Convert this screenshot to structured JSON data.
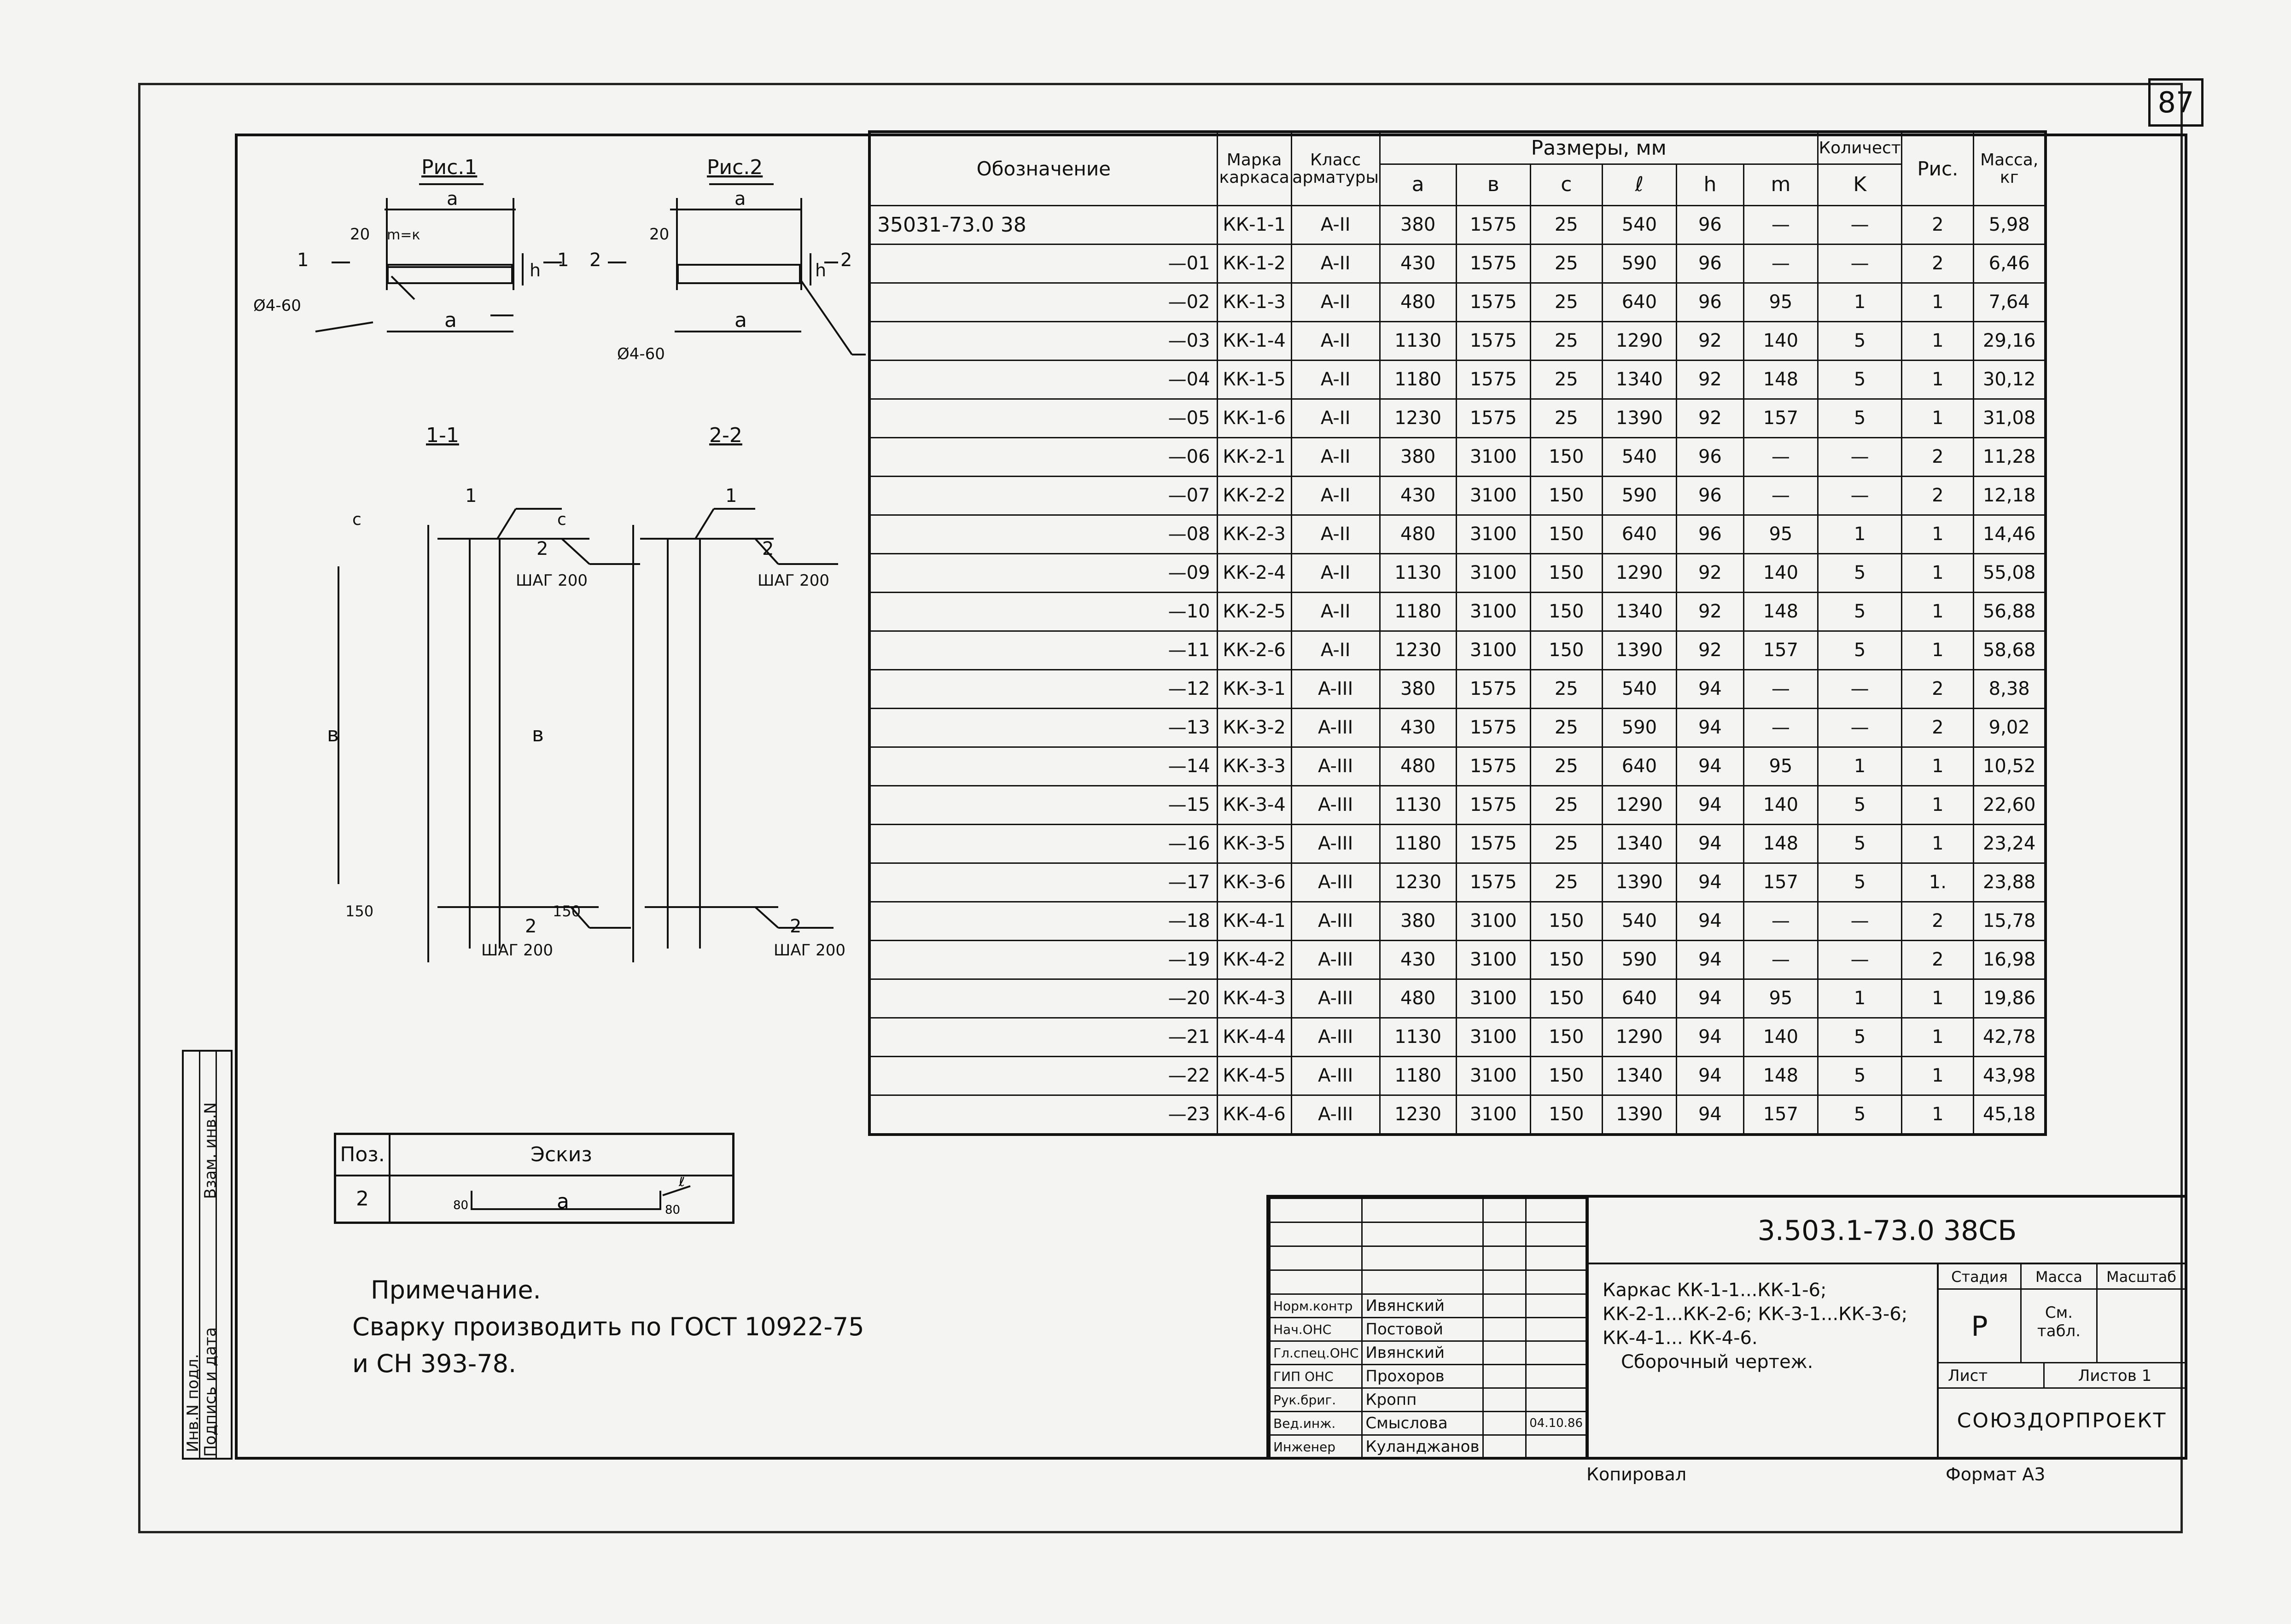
{
  "sheet_number": "87",
  "fig1_title": "Рис.1",
  "fig2_title": "Рис.2",
  "section1_title": "1-1",
  "section2_title": "2-2",
  "dim_a": "a",
  "dim_b": "в",
  "dim_c": "c",
  "dim_h": "h",
  "dim_20": "20",
  "dim_m": "m=к",
  "dim_150": "150",
  "callout_1": "1",
  "callout_2": "2",
  "rebar_label": "Ø4-60",
  "step_label": "ШАГ 200",
  "cut_label_1": "1",
  "cut_label_2": "2",
  "table": {
    "head_designation": "Обозначение",
    "head_mark": "Марка каркаса",
    "head_class": "Класс арматуры",
    "head_sizes": "Размеры, мм",
    "head_qty": "Количест",
    "head_fig": "Рис.",
    "head_mass": "Масса, кг",
    "sub_a": "a",
    "sub_b": "в",
    "sub_c": "c",
    "sub_l": "ℓ",
    "sub_h": "h",
    "sub_m": "m",
    "sub_k": "K",
    "rows": [
      {
        "des": "35031-73.0 38",
        "mark": "КК-1-1",
        "cls": "A-II",
        "a": "380",
        "b": "1575",
        "c": "25",
        "l": "540",
        "h": "96",
        "m": "—",
        "k": "—",
        "fig": "2",
        "mass": "5,98"
      },
      {
        "des": "—01",
        "mark": "КК-1-2",
        "cls": "A-II",
        "a": "430",
        "b": "1575",
        "c": "25",
        "l": "590",
        "h": "96",
        "m": "—",
        "k": "—",
        "fig": "2",
        "mass": "6,46"
      },
      {
        "des": "—02",
        "mark": "КК-1-3",
        "cls": "A-II",
        "a": "480",
        "b": "1575",
        "c": "25",
        "l": "640",
        "h": "96",
        "m": "95",
        "k": "1",
        "fig": "1",
        "mass": "7,64"
      },
      {
        "des": "—03",
        "mark": "КК-1-4",
        "cls": "A-II",
        "a": "1130",
        "b": "1575",
        "c": "25",
        "l": "1290",
        "h": "92",
        "m": "140",
        "k": "5",
        "fig": "1",
        "mass": "29,16"
      },
      {
        "des": "—04",
        "mark": "КК-1-5",
        "cls": "A-II",
        "a": "1180",
        "b": "1575",
        "c": "25",
        "l": "1340",
        "h": "92",
        "m": "148",
        "k": "5",
        "fig": "1",
        "mass": "30,12"
      },
      {
        "des": "—05",
        "mark": "КК-1-6",
        "cls": "A-II",
        "a": "1230",
        "b": "1575",
        "c": "25",
        "l": "1390",
        "h": "92",
        "m": "157",
        "k": "5",
        "fig": "1",
        "mass": "31,08"
      },
      {
        "des": "—06",
        "mark": "КК-2-1",
        "cls": "A-II",
        "a": "380",
        "b": "3100",
        "c": "150",
        "l": "540",
        "h": "96",
        "m": "—",
        "k": "—",
        "fig": "2",
        "mass": "11,28"
      },
      {
        "des": "—07",
        "mark": "КК-2-2",
        "cls": "A-II",
        "a": "430",
        "b": "3100",
        "c": "150",
        "l": "590",
        "h": "96",
        "m": "—",
        "k": "—",
        "fig": "2",
        "mass": "12,18"
      },
      {
        "des": "—08",
        "mark": "КК-2-3",
        "cls": "A-II",
        "a": "480",
        "b": "3100",
        "c": "150",
        "l": "640",
        "h": "96",
        "m": "95",
        "k": "1",
        "fig": "1",
        "mass": "14,46"
      },
      {
        "des": "—09",
        "mark": "КК-2-4",
        "cls": "A-II",
        "a": "1130",
        "b": "3100",
        "c": "150",
        "l": "1290",
        "h": "92",
        "m": "140",
        "k": "5",
        "fig": "1",
        "mass": "55,08"
      },
      {
        "des": "—10",
        "mark": "КК-2-5",
        "cls": "A-II",
        "a": "1180",
        "b": "3100",
        "c": "150",
        "l": "1340",
        "h": "92",
        "m": "148",
        "k": "5",
        "fig": "1",
        "mass": "56,88"
      },
      {
        "des": "—11",
        "mark": "КК-2-6",
        "cls": "A-II",
        "a": "1230",
        "b": "3100",
        "c": "150",
        "l": "1390",
        "h": "92",
        "m": "157",
        "k": "5",
        "fig": "1",
        "mass": "58,68"
      },
      {
        "des": "—12",
        "mark": "КК-3-1",
        "cls": "A-III",
        "a": "380",
        "b": "1575",
        "c": "25",
        "l": "540",
        "h": "94",
        "m": "—",
        "k": "—",
        "fig": "2",
        "mass": "8,38"
      },
      {
        "des": "—13",
        "mark": "КК-3-2",
        "cls": "A-III",
        "a": "430",
        "b": "1575",
        "c": "25",
        "l": "590",
        "h": "94",
        "m": "—",
        "k": "—",
        "fig": "2",
        "mass": "9,02"
      },
      {
        "des": "—14",
        "mark": "КК-3-3",
        "cls": "A-III",
        "a": "480",
        "b": "1575",
        "c": "25",
        "l": "640",
        "h": "94",
        "m": "95",
        "k": "1",
        "fig": "1",
        "mass": "10,52"
      },
      {
        "des": "—15",
        "mark": "КК-3-4",
        "cls": "A-III",
        "a": "1130",
        "b": "1575",
        "c": "25",
        "l": "1290",
        "h": "94",
        "m": "140",
        "k": "5",
        "fig": "1",
        "mass": "22,60"
      },
      {
        "des": "—16",
        "mark": "КК-3-5",
        "cls": "A-III",
        "a": "1180",
        "b": "1575",
        "c": "25",
        "l": "1340",
        "h": "94",
        "m": "148",
        "k": "5",
        "fig": "1",
        "mass": "23,24"
      },
      {
        "des": "—17",
        "mark": "КК-3-6",
        "cls": "A-III",
        "a": "1230",
        "b": "1575",
        "c": "25",
        "l": "1390",
        "h": "94",
        "m": "157",
        "k": "5",
        "fig": "1.",
        "mass": "23,88"
      },
      {
        "des": "—18",
        "mark": "КК-4-1",
        "cls": "A-III",
        "a": "380",
        "b": "3100",
        "c": "150",
        "l": "540",
        "h": "94",
        "m": "—",
        "k": "—",
        "fig": "2",
        "mass": "15,78"
      },
      {
        "des": "—19",
        "mark": "КК-4-2",
        "cls": "A-III",
        "a": "430",
        "b": "3100",
        "c": "150",
        "l": "590",
        "h": "94",
        "m": "—",
        "k": "—",
        "fig": "2",
        "mass": "16,98"
      },
      {
        "des": "—20",
        "mark": "КК-4-3",
        "cls": "A-III",
        "a": "480",
        "b": "3100",
        "c": "150",
        "l": "640",
        "h": "94",
        "m": "95",
        "k": "1",
        "fig": "1",
        "mass": "19,86"
      },
      {
        "des": "—21",
        "mark": "КК-4-4",
        "cls": "A-III",
        "a": "1130",
        "b": "3100",
        "c": "150",
        "l": "1290",
        "h": "94",
        "m": "140",
        "k": "5",
        "fig": "1",
        "mass": "42,78"
      },
      {
        "des": "—22",
        "mark": "КК-4-5",
        "cls": "A-III",
        "a": "1180",
        "b": "3100",
        "c": "150",
        "l": "1340",
        "h": "94",
        "m": "148",
        "k": "5",
        "fig": "1",
        "mass": "43,98"
      },
      {
        "des": "—23",
        "mark": "КК-4-6",
        "cls": "A-III",
        "a": "1230",
        "b": "3100",
        "c": "150",
        "l": "1390",
        "h": "94",
        "m": "157",
        "k": "5",
        "fig": "1",
        "mass": "45,18"
      }
    ]
  },
  "pos_table": {
    "head_pos": "Поз.",
    "head_sketch": "Эскиз",
    "pos": "2",
    "dim_80": "80",
    "dim_a": "a",
    "dim_l": "ℓ"
  },
  "note": {
    "title": "Примечание.",
    "line1": "Сварку производить по ГОСТ 10922-75",
    "line2": "и СН 393-78."
  },
  "sidebar": {
    "col1": "Инв.N подл.",
    "col2": "Подпись и дата",
    "col3": "Взам. инв.N"
  },
  "title_block": {
    "code": "3.503.1-73.0 38СБ",
    "title_l1": "Каркас КК-1-1...КК-1-6;",
    "title_l2": "КК-2-1...КК-2-6; КК-3-1...КК-3-6;",
    "title_l3": "КК-4-1... КК-4-6.",
    "title_l4": "Сборочный чертеж.",
    "stage_head": "Стадия",
    "mass_head": "Масса",
    "scale_head": "Масштаб",
    "stage": "Р",
    "mass": "См. табл.",
    "sheet_head": "Лист",
    "sheets_head": "Листов 1",
    "org": "СОЮЗДОРПРОЕКТ",
    "date": "04.10.86",
    "copied": "Копировал",
    "format": "Формат А3",
    "roles": [
      {
        "role": "Норм.контр",
        "name": "Ивянский"
      },
      {
        "role": "Нач.ОНС",
        "name": "Постовой"
      },
      {
        "role": "Гл.спец.ОНС",
        "name": "Ивянский"
      },
      {
        "role": "ГИП ОНС",
        "name": "Прохоров"
      },
      {
        "role": "Рук.бриг.",
        "name": "Кропп"
      },
      {
        "role": "Вед.инж.",
        "name": "Смыслова"
      },
      {
        "role": "Инженер",
        "name": "Куланджанов"
      }
    ]
  }
}
